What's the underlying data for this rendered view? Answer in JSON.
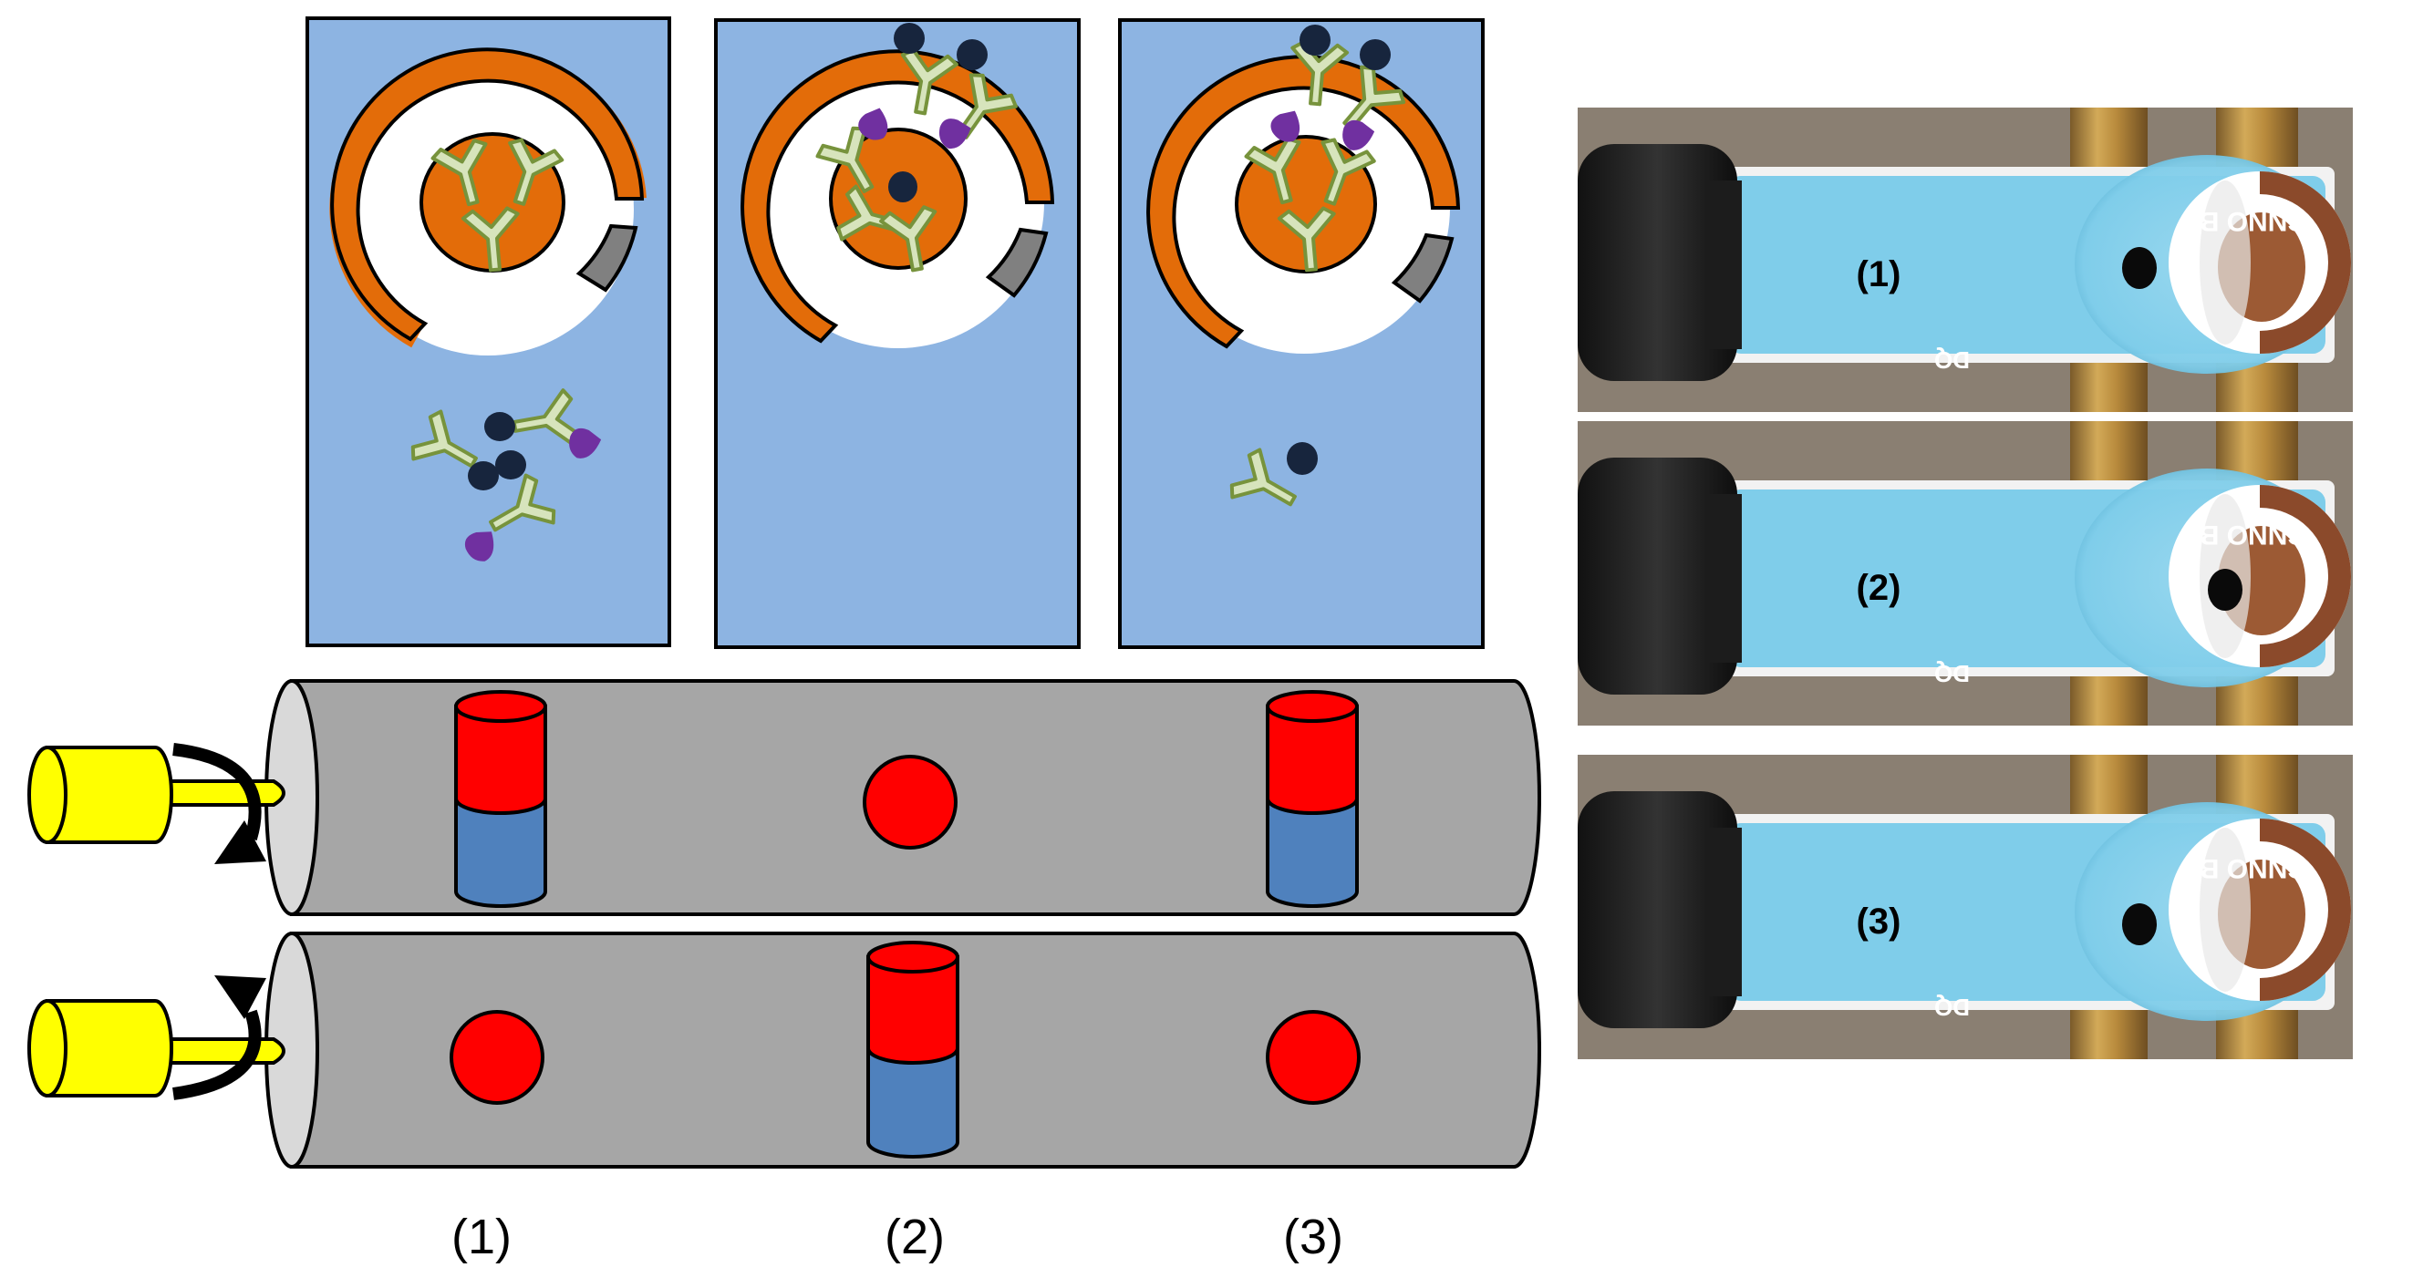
{
  "figure": {
    "step_labels": [
      "(1)",
      "(2)",
      "(3)"
    ],
    "photo_labels": [
      "(1)",
      "(2)",
      "(3)"
    ],
    "chip_print": "CNNO BT",
    "chip_print_small": "DQ"
  },
  "colors": {
    "panel_blue": "#8db4e2",
    "electrode_orange": "#e36c09",
    "reference_gray": "#808080",
    "antibody_fill": "#d7e4bc",
    "antibody_stroke": "#77933c",
    "label_navy": "#17253d",
    "antigen_purple": "#7030a0",
    "cylinder_gray": "#a6a6a6",
    "magnet_north": "#ff0000",
    "magnet_south": "#4f81bd",
    "motor_yellow": "#ffff00",
    "chip_blue": "#7fcdea",
    "photo_bg": "#8a7f72"
  }
}
